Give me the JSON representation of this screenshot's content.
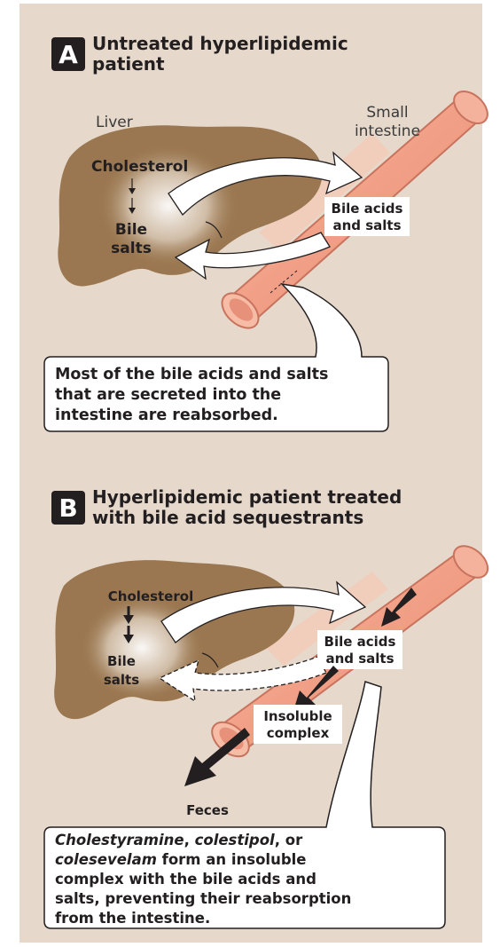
{
  "panel_a": {
    "badge": "A",
    "title_line1": "Untreated hyperlipidemic",
    "title_line2": "patient",
    "organ_liver": "Liver",
    "organ_intestine_line1": "Small",
    "organ_intestine_line2": "intestine",
    "cholesterol": "Cholesterol",
    "bile_line1": "Bile",
    "bile_line2": "salts",
    "acids_line1": "Bile acids",
    "acids_line2": "and salts",
    "callout_line1": "Most of the bile acids and salts",
    "callout_line2": "that are secreted into the",
    "callout_line3": "intestine are reabsorbed."
  },
  "panel_b": {
    "badge": "B",
    "title_line1": "Hyperlipidemic patient treated",
    "title_line2": "with bile acid sequestrants",
    "cholesterol": "Cholesterol",
    "bile_line1": "Bile",
    "bile_line2": "salts",
    "acids_line1": "Bile acids",
    "acids_line2": "and salts",
    "complex_line1": "Insoluble",
    "complex_line2": "complex",
    "feces": "Feces",
    "drug1": "Cholestyramine",
    "sep1": ", ",
    "drug2": "colestipol",
    "sep2": ", or",
    "drug3": "colesevelam",
    "callout_rest1": " form an insoluble",
    "callout_line3": "complex with the bile acids and",
    "callout_line4": "salts, preventing their reabsorption",
    "callout_line5": "from the intestine."
  },
  "colors": {
    "panel_bg": "#e6d9cb",
    "liver": "#9a7750",
    "intestine": "#f0a68e",
    "intestine_dark": "#d9806a",
    "badge": "#231f20",
    "arrow_black": "#231f20"
  }
}
